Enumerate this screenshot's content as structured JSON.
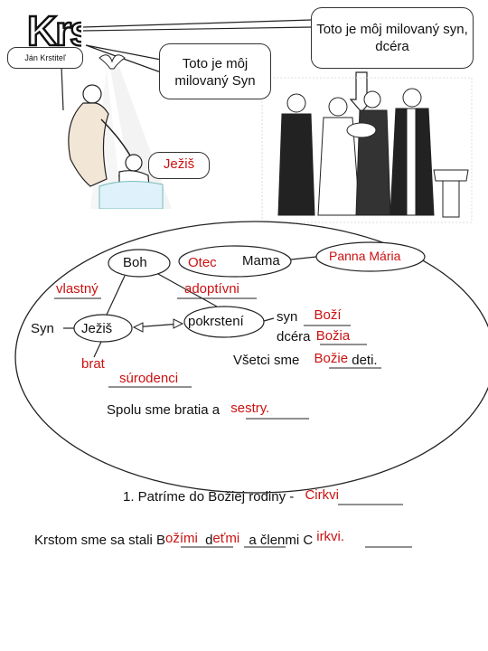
{
  "title": "Krst",
  "speech": {
    "john_label": "Ján Krstiteľ",
    "father_voice": "Toto je môj milovaný Syn",
    "parent_voice": "Toto je môj milovaný syn, dcéra"
  },
  "jesus_label": "Ježiš",
  "diagram": {
    "boh": "Boh",
    "otec": "Otec",
    "mama": "Mama",
    "panna_maria": "Panna Mária",
    "vlastny": "vlastný",
    "adoptivni": "adoptívni",
    "syn": "Syn",
    "jezis": "Ježiš",
    "brat": "brat",
    "surodenci": "súrodenci",
    "pokrstenie": "pokrstení",
    "syn_line_prefix": "syn",
    "syn_answer": "Boží",
    "dcera_prefix": "dcéra",
    "dcera_answer": "Božia",
    "vsetci_prefix": "Všetci sme",
    "vsetci_answer": "Božie",
    "vsetci_suffix": "deti.",
    "bratia_prefix": "Spolu sme bratia a",
    "bratia_answer": "sestry."
  },
  "questions": {
    "q1_prefix": "1.  Patríme do Božiej rodiny -",
    "q1_answer": "Cirkvi",
    "q2_prefix": "Krstom sme sa stali B",
    "q2_answer1": "ožími",
    "q2_mid": "d",
    "q2_answer2": "eťmi",
    "q2_mid2": "a členmi C",
    "q2_answer3": "irkvi."
  },
  "colors": {
    "answer": "#cc1111",
    "text": "#111111"
  }
}
